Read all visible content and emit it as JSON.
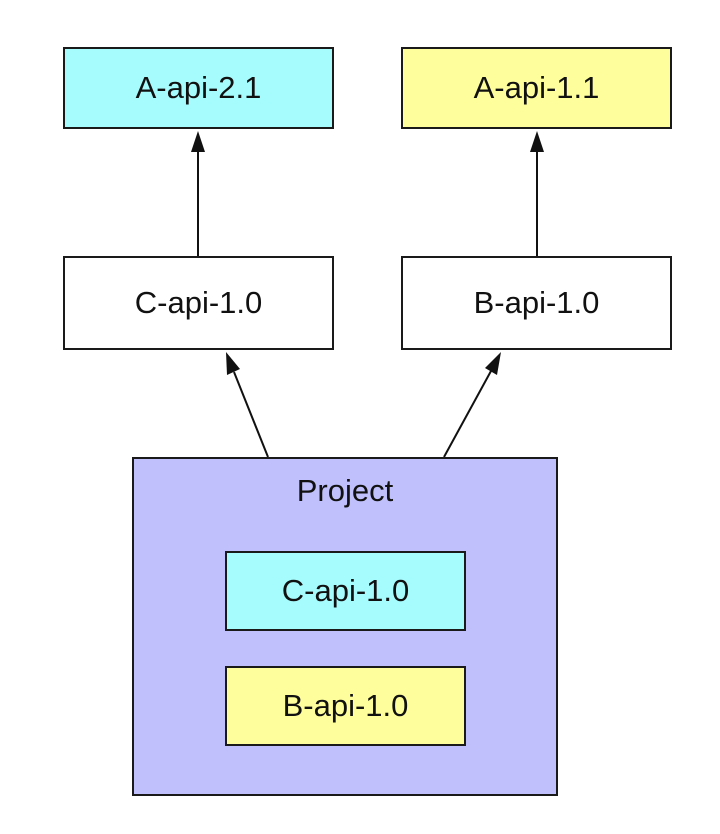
{
  "diagram": {
    "colors": {
      "cyan": "#a6fbfd",
      "yellow": "#fffe9c",
      "white": "#ffffff",
      "project": "#c0c0fc",
      "border": "#1a1a1a",
      "arrow": "#111111"
    },
    "nodes": {
      "a_api_21": {
        "label": "A-api-2.1",
        "fill": "#a6fbfd"
      },
      "a_api_11": {
        "label": "A-api-1.1",
        "fill": "#fffe9c"
      },
      "c_api_10": {
        "label": "C-api-1.0",
        "fill": "#ffffff"
      },
      "b_api_10": {
        "label": "B-api-1.0",
        "fill": "#ffffff"
      }
    },
    "project": {
      "title": "Project",
      "fill": "#c0c0fc",
      "dependencies": [
        {
          "label": "C-api-1.0",
          "fill": "#a6fbfd"
        },
        {
          "label": "B-api-1.0",
          "fill": "#fffe9c"
        }
      ]
    },
    "edges": [
      {
        "from": "c_api_10",
        "to": "a_api_21"
      },
      {
        "from": "b_api_10",
        "to": "a_api_11"
      },
      {
        "from": "project",
        "to": "c_api_10"
      },
      {
        "from": "project",
        "to": "b_api_10"
      }
    ]
  }
}
